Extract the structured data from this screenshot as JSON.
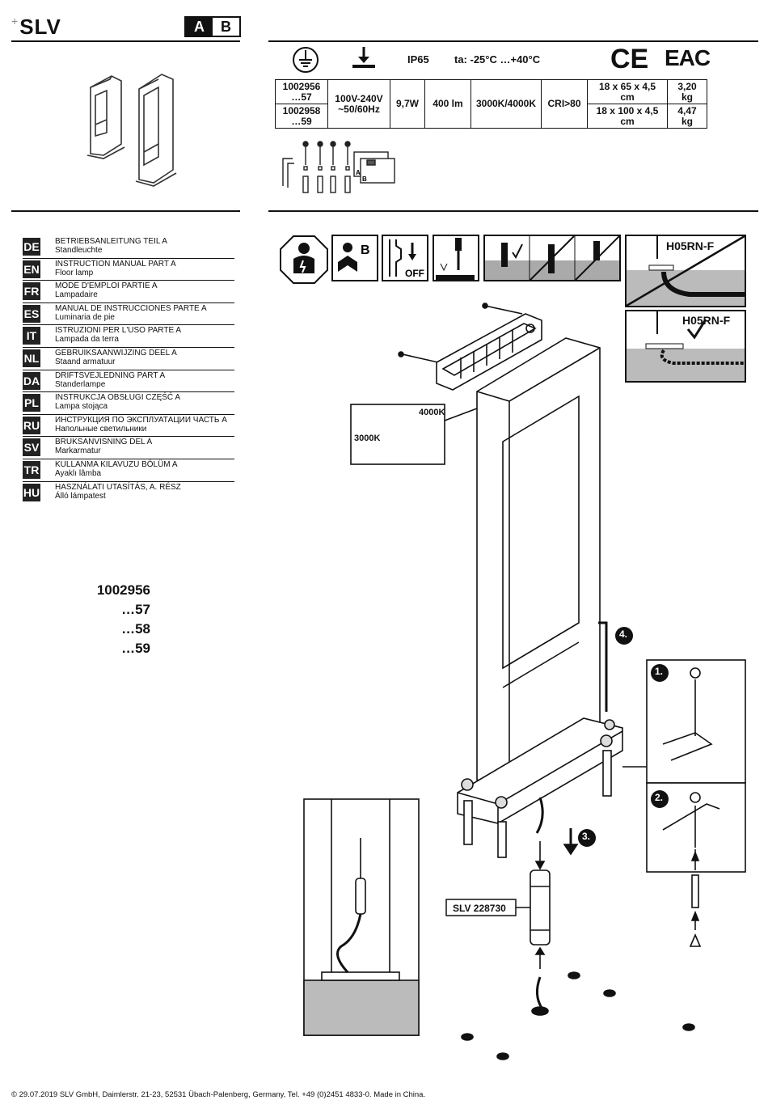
{
  "brand": "SLV",
  "part_indicator": {
    "a": "A",
    "b": "B"
  },
  "header_specs": {
    "ip": "IP65",
    "ta": "ta: -25°C …+40°C",
    "ce": "CE",
    "eac": "EAC"
  },
  "spec_table": {
    "row1_id": "1002956",
    "row1_sub": "…57",
    "row2_id": "1002958",
    "row2_sub": "…59",
    "voltage_1": "100V-240V",
    "voltage_2": "~50/60Hz",
    "power": "9,7W",
    "lumen": "400 lm",
    "cct": "3000K/4000K",
    "cri": "CRI>80",
    "dims_1a": "18 x 65 x 4,5",
    "dims_1b": "cm",
    "dims_2a": "18 x 100 x 4,5",
    "dims_2b": "cm",
    "weight_1a": "3,20",
    "weight_1b": "kg",
    "weight_2a": "4,47",
    "weight_2b": "kg"
  },
  "languages": [
    {
      "code": "DE",
      "title": "BETRIEBSANLEITUNG TEIL A",
      "subtitle": "Standleuchte"
    },
    {
      "code": "EN",
      "title": "INSTRUCTION MANUAL PART A",
      "subtitle": "Floor lamp"
    },
    {
      "code": "FR",
      "title": "MODE D'EMPLOI PARTIE A",
      "subtitle": "Lampadaire"
    },
    {
      "code": "ES",
      "title": "MANUAL DE INSTRUCCIONES PARTE A",
      "subtitle": "Luminaria de pie"
    },
    {
      "code": "IT",
      "title": "ISTRUZIONI PER L'USO PARTE A",
      "subtitle": "Lampada da terra"
    },
    {
      "code": "NL",
      "title": "GEBRUIKSAANWIJZING DEEL A",
      "subtitle": "Staand armatuur"
    },
    {
      "code": "DA",
      "title": "DRIFTSVEJLEDNING PART A",
      "subtitle": "Standerlampe"
    },
    {
      "code": "PL",
      "title": "INSTRUKCJA OBSŁUGI CZĘŚĆ A",
      "subtitle": "Lampa stojąca"
    },
    {
      "code": "RU",
      "title": "ИНСТРУКЦИЯ ПО ЭКСПЛУАТАЦИИ ЧАСТЬ A",
      "subtitle": "Напольные светильники"
    },
    {
      "code": "SV",
      "title": "BRUKSANVISNING DEL A",
      "subtitle": "Markarmatur"
    },
    {
      "code": "TR",
      "title": "KULLANMA KILAVUZU BÖLÜM A",
      "subtitle": "Ayaklı lâmba"
    },
    {
      "code": "HU",
      "title": "HASZNÁLATI UTASÍTÁS, A. RÉSZ",
      "subtitle": "Álló lámpatest"
    }
  ],
  "variants": [
    "1002956",
    "…57",
    "…58",
    "…59"
  ],
  "cable_label": "H05RN-F",
  "icons": {
    "electrician": "electrician-icon",
    "manual_b": "B",
    "power_off": "OFF"
  },
  "diagram": {
    "cct_high": "4000K",
    "cct_low": "3000K",
    "connector": "SLV 228730",
    "step1": "1.",
    "step2": "2.",
    "step3": "3.",
    "step4": "4."
  },
  "footer": "© 29.07.2019 SLV GmbH, Daimlerstr. 21-23, 52531 Übach-Palenberg, Germany, Tel. +49 (0)2451 4833-0. Made in China."
}
